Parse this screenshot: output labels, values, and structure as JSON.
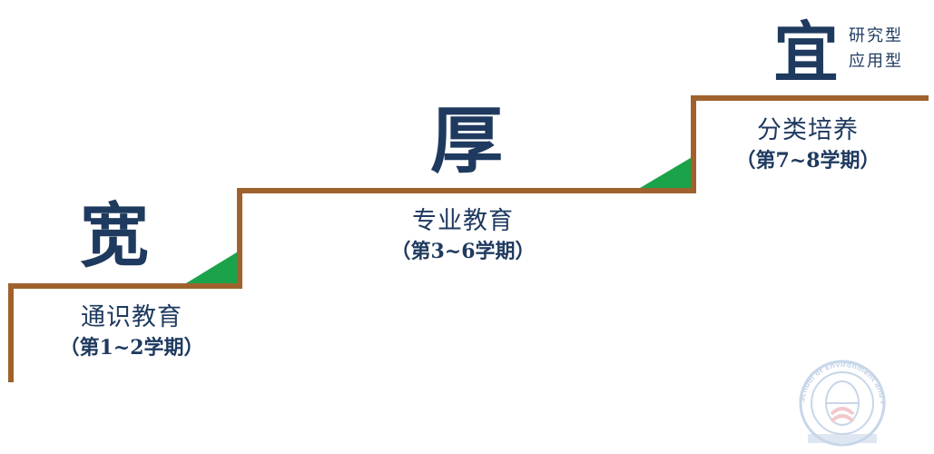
{
  "stages": [
    {
      "char": "宽",
      "title": "通识教育",
      "period": "（第1~2学期）"
    },
    {
      "char": "厚",
      "title": "专业教育",
      "period": "（第3~6学期）"
    },
    {
      "char": "宜",
      "title": "分类培养",
      "period": "（第7~8学期）",
      "types": [
        "研究型",
        "应用型"
      ]
    }
  ],
  "watermark": {
    "icon": "school-emblem-icon",
    "text": "School of Environment and Planning"
  },
  "colors": {
    "stair_line": "#a0622d",
    "triangle": "#1aa34a",
    "text": "#1f3a5f",
    "watermark": "#3a6fb0"
  }
}
